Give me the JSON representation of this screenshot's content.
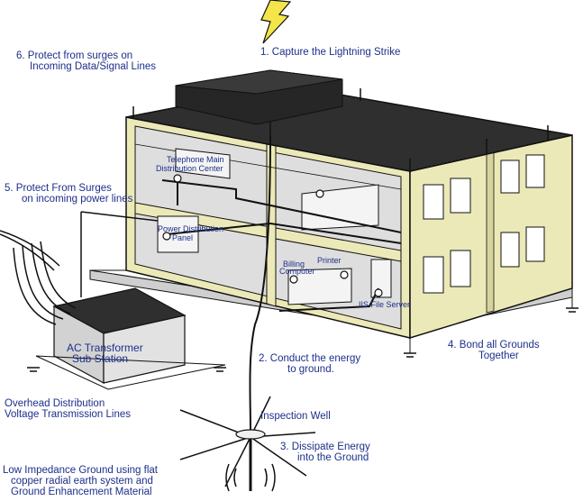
{
  "colors": {
    "label_text": "#1d2f8a",
    "roof": "#2f2f2f",
    "wall_face": "#ece9b8",
    "interior": "#d9d9d9",
    "lightning_bolt": "#f4e64a",
    "outline": "#111111"
  },
  "labels": {
    "step1": "1. Capture the Lightning Strike",
    "step2_line1": "2. Conduct the energy",
    "step2_line2": "to ground.",
    "step3_line1": "3. Dissipate Energy",
    "step3_line2": "into the Ground",
    "step4_line1": "4. Bond all Grounds",
    "step4_line2": "Together",
    "step5_line1": "5. Protect From Surges",
    "step5_line2": "on incoming power lines",
    "step6_line1": "6. Protect from surges on",
    "step6_line2": "Incoming Data/Signal Lines",
    "telephone_line1": "Telephone Main",
    "telephone_line2": "Distribution Center",
    "power_panel_line1": "Power Distribution",
    "power_panel_line2": "Panel",
    "billing_line1": "Billing",
    "billing_line2": "Computer",
    "printer": "Printer",
    "file_server": "IIS File Server",
    "transformer_line1": "AC Transformer",
    "transformer_line2": "Sub Station",
    "overhead_line1": "Overhead Distribution",
    "overhead_line2": "Voltage Transmission Lines",
    "inspection_well": "Inspection Well",
    "low_impedance_line1": "Low Impedance Ground using flat",
    "low_impedance_line2": "copper radial earth system and",
    "low_impedance_line3": "Ground Enhancement Material"
  }
}
